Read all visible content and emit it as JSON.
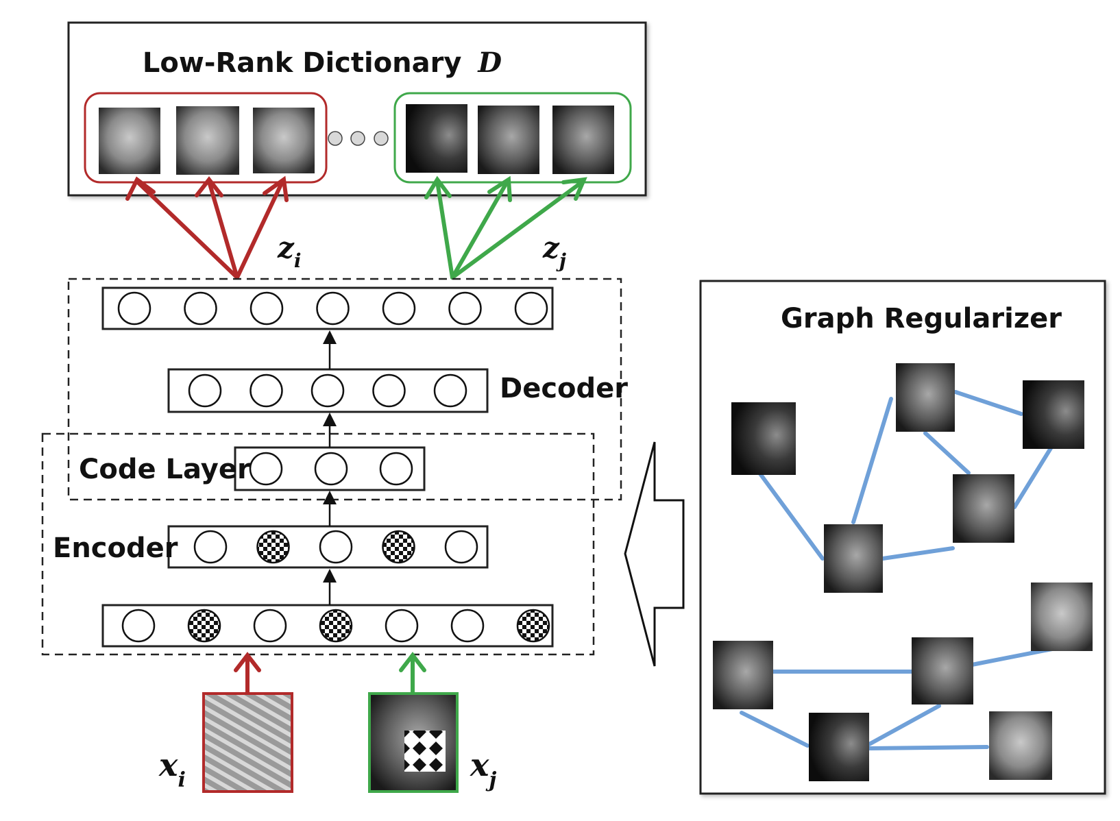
{
  "dictionary": {
    "title": "Low-Rank Dictionary",
    "symbol": "D"
  },
  "layers": {
    "decoder": "Decoder",
    "code": "Code Layer",
    "encoder": "Encoder"
  },
  "codes": {
    "zi": {
      "base": "z",
      "sub": "i"
    },
    "zj": {
      "base": "z",
      "sub": "j"
    }
  },
  "inputs": {
    "xi": {
      "base": "x",
      "sub": "i"
    },
    "xj": {
      "base": "x",
      "sub": "j"
    }
  },
  "graph": {
    "title": "Graph Regularizer"
  },
  "colors": {
    "red": "#b22a2a",
    "green": "#3fa84a",
    "edge": "#6fa0d8",
    "ink": "#111111"
  },
  "nodes": {
    "top_output": [
      0,
      0,
      0,
      0,
      0,
      0,
      0
    ],
    "decoder_hidden": [
      0,
      0,
      0,
      0,
      0
    ],
    "code_layer": [
      0,
      0,
      0
    ],
    "encoder_hidden": [
      0,
      1,
      0,
      1,
      0
    ],
    "input_layer": [
      0,
      1,
      0,
      1,
      0,
      0,
      1
    ]
  }
}
